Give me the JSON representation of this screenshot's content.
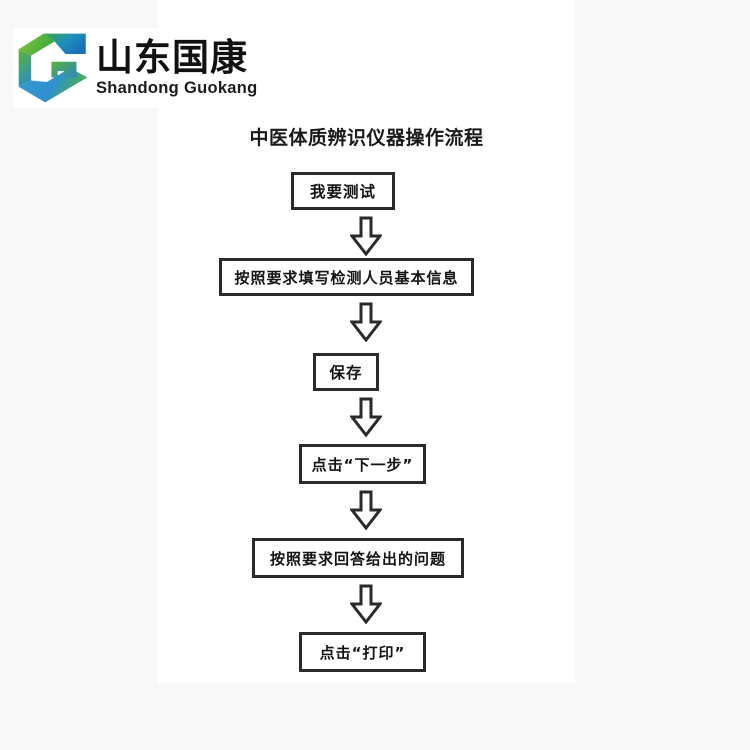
{
  "brand": {
    "logo_icon": "guokang-hexagon-g-logo",
    "name_cn": "山东国康",
    "name_en": "Shandong Guokang",
    "colors": {
      "green": "#6ab023",
      "green_light": "#8ec63f",
      "blue": "#1a7fc4",
      "blue_light": "#3fa0dd"
    }
  },
  "flowchart": {
    "title": "中医体质辨识仪器操作流程",
    "type": "flowchart",
    "orientation": "top-to-bottom",
    "node_border_color": "#2a2a2a",
    "arrow_icon": "down-block-arrow",
    "steps": [
      {
        "index": 1,
        "label": "我要测试"
      },
      {
        "index": 2,
        "label": "按照要求填写检测人员基本信息"
      },
      {
        "index": 3,
        "label": "保存"
      },
      {
        "index": 4,
        "label": "点击“下一步”"
      },
      {
        "index": 5,
        "label": "按照要求回答给出的问题"
      },
      {
        "index": 6,
        "label": "点击“打印”"
      }
    ]
  }
}
